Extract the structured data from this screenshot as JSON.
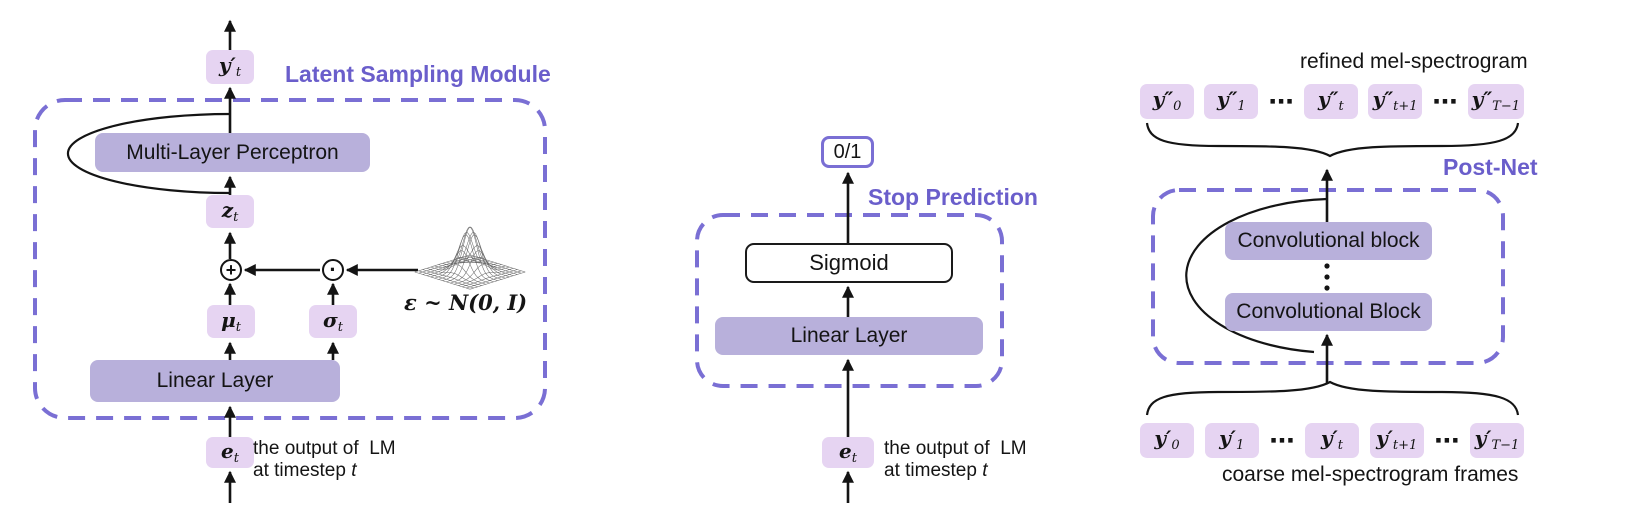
{
  "colors": {
    "accent_title": "#6a5ecb",
    "dashed_border": "#7a6fd4",
    "light_box_fill": "#e6d4f2",
    "medium_box_fill": "#b8b0db",
    "line": "#141414"
  },
  "icons": {
    "gaussian_surface": "3d-gaussian-wireframe",
    "add_operator": "circle-plus",
    "multiply_operator": "circle-dot"
  },
  "operators": {
    "add": "+",
    "multiply": "·"
  },
  "modules": {
    "latent_sampling": {
      "title": "Latent Sampling Module",
      "output_frame": {
        "base": "y′",
        "sub": "t"
      },
      "mlp_label": "Multi-Layer Perceptron",
      "latent": {
        "base": "z",
        "sub": "t"
      },
      "mu": {
        "base": "μ",
        "sub": "t"
      },
      "sigma": {
        "base": "σ",
        "sub": "t"
      },
      "linear_label": "Linear Layer",
      "input": {
        "base": "e",
        "sub": "t"
      },
      "noise_label": "ε ~ N(0, I)",
      "caption_line1": "the output of  LM",
      "caption_line2": "at timestep",
      "caption_var": "t"
    },
    "stop_prediction": {
      "title": "Stop Prediction",
      "output_label": "0/1",
      "sigmoid_label": "Sigmoid",
      "linear_label": "Linear Layer",
      "input": {
        "base": "e",
        "sub": "t"
      },
      "caption_line1": "the output of  LM",
      "caption_line2": "at timestep",
      "caption_var": "t"
    },
    "post_net": {
      "title": "Post-Net",
      "refined_caption": "refined mel-spectrogram",
      "coarse_caption": "coarse mel-spectrogram frames",
      "conv_block_top": "Convolutional block",
      "conv_block_bottom": "Convolutional Block",
      "hdots": "⋯",
      "refined_frames": [
        {
          "base": "y″",
          "sub": "0"
        },
        {
          "base": "y″",
          "sub": "1"
        },
        {
          "base": "y″",
          "sub": "t"
        },
        {
          "base": "y″",
          "sub": "t+1"
        },
        {
          "base": "y″",
          "sub": "T−1"
        }
      ],
      "coarse_frames": [
        {
          "base": "y′",
          "sub": "0"
        },
        {
          "base": "y′",
          "sub": "1"
        },
        {
          "base": "y′",
          "sub": "t"
        },
        {
          "base": "y′",
          "sub": "t+1"
        },
        {
          "base": "y′",
          "sub": "T−1"
        }
      ]
    }
  }
}
